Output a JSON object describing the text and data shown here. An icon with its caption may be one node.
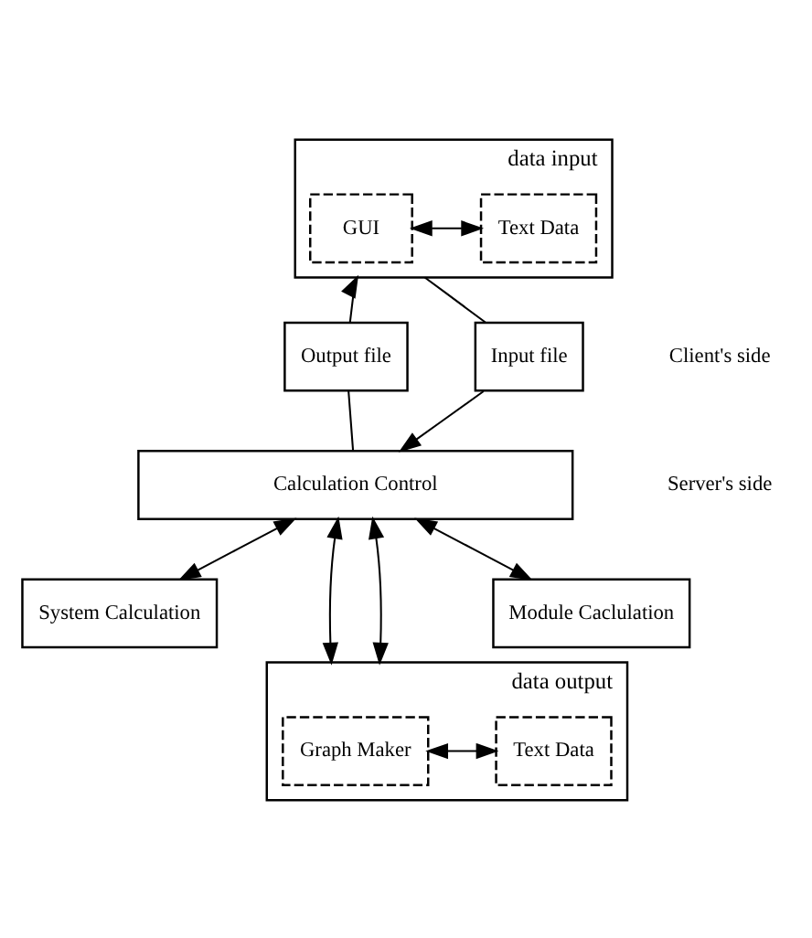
{
  "diagram": {
    "nodes": [
      {
        "text": [
          "data input"
        ]
      },
      {
        "text": [
          "GUI"
        ],
        "in": 0
      },
      {
        "text": [
          "Text Data"
        ],
        "in": 0
      },
      {
        "text": [
          "Input file"
        ]
      },
      {
        "text": [
          "Output file"
        ]
      },
      {
        "text": [
          "Calculation Control"
        ]
      },
      {
        "text": [
          "System Calculation"
        ]
      },
      {
        "text": [
          "Module Caclulation"
        ]
      },
      {
        "text": [
          "data output"
        ]
      },
      {
        "text": [
          "Graph Maker"
        ],
        "in": 8
      },
      {
        "text": [
          "Text Data"
        ],
        "in": 8
      }
    ],
    "edges": [
      {
        "from": 1,
        "to": 2,
        "arrow": "both"
      },
      {
        "from": 0,
        "to": 3,
        "arrow": "none"
      },
      {
        "from": 3,
        "to": 5,
        "arrow": "to"
      },
      {
        "from": 5,
        "to": 4,
        "arrow": "none"
      },
      {
        "from": 4,
        "to": 0,
        "arrow": "to"
      },
      {
        "from": 5,
        "to": 6,
        "arrow": "both"
      },
      {
        "from": 5,
        "to": 7,
        "arrow": "both"
      },
      {
        "from": 5,
        "to": 8,
        "arrow": "both"
      },
      {
        "from": 5,
        "to": 8,
        "arrow": "both"
      },
      {
        "from": 9,
        "to": 10,
        "arrow": "both"
      }
    ],
    "labels": [
      "Client's side",
      "Server's side"
    ]
  }
}
